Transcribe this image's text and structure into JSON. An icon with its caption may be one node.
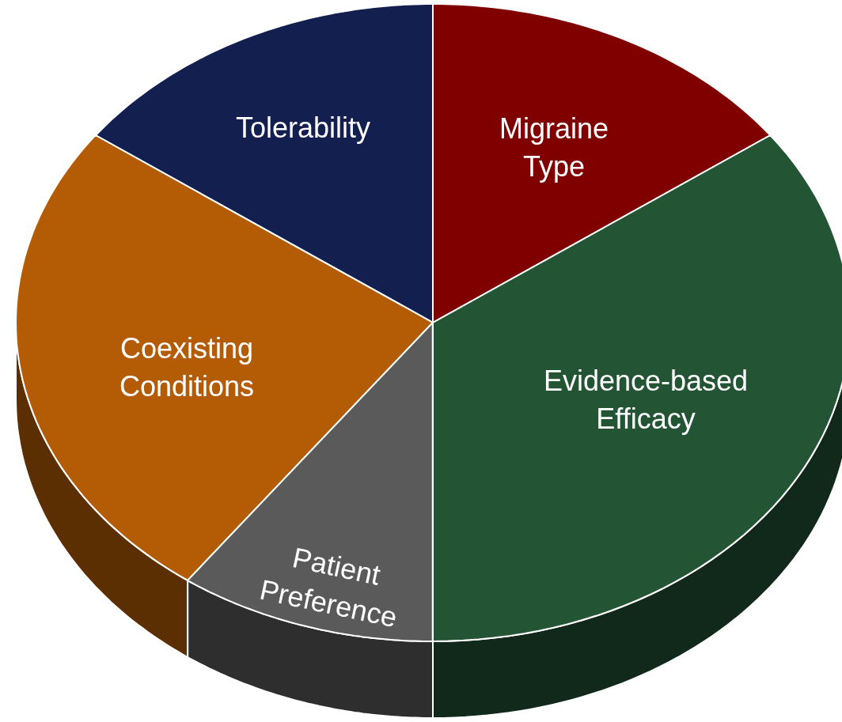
{
  "diagram": {
    "nodes": [
      {
        "text": [
          "Tolerability"
        ]
      },
      {
        "text": [
          "Migraine Type"
        ]
      },
      {
        "text": [
          "Coexisting Conditions"
        ]
      },
      {
        "text": [
          "Evidence-based Efficacy"
        ]
      },
      {
        "text": [
          "Patient Preference"
        ]
      }
    ]
  }
}
